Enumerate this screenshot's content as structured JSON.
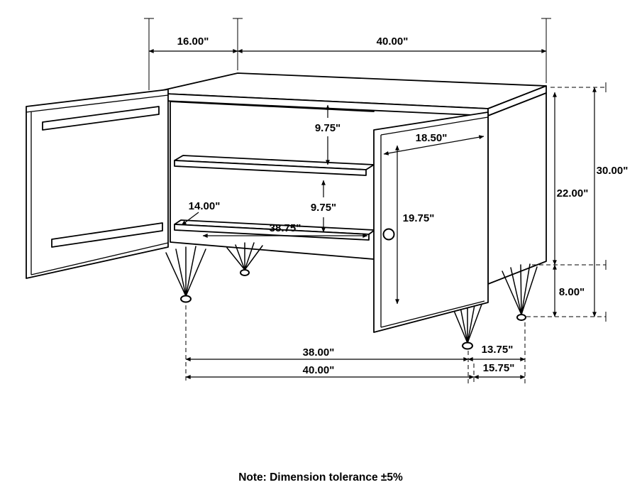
{
  "diagram": {
    "note": "Note: Dimension tolerance ±5%",
    "labels": {
      "top_depth": "16.00\"",
      "top_width": "40.00\"",
      "shelf_gap_upper": "9.75\"",
      "door_width": "18.50\"",
      "overall_height": "30.00\"",
      "body_height": "22.00\"",
      "interior_depth": "14.00\"",
      "shelf_gap_lower": "9.75\"",
      "door_height": "19.75\"",
      "interior_width": "38.75\"",
      "leg_height": "8.00\"",
      "front_leg_span": "38.00\"",
      "right_leg_span": "13.75\"",
      "base_width": "40.00\"",
      "base_depth": "15.75\""
    },
    "colors": {
      "line": "#000000",
      "background": "#ffffff"
    }
  }
}
